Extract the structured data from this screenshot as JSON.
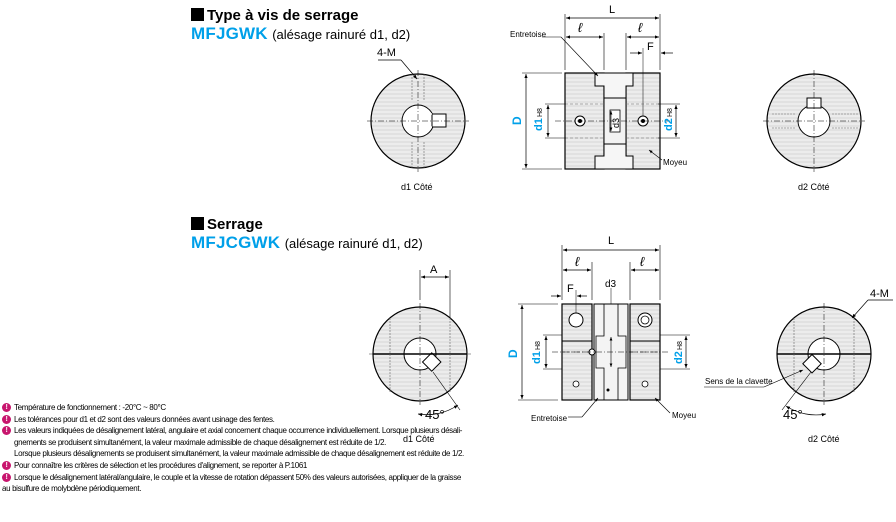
{
  "sections": [
    {
      "title": "Type à vis de serrage",
      "model": "MFJGWK",
      "model_sub": "(alésage rainuré d1, d2)"
    },
    {
      "title": "Serrage",
      "model": "MFJCGWK",
      "model_sub": "(alésage rainuré d1, d2)"
    }
  ],
  "top_labels": {
    "four_m": "4-M",
    "d1_side": "d1 Côté",
    "d2_side": "d2 Côté",
    "entretoise": "Entretoise",
    "moyeu": "Moyeu",
    "L": "L",
    "l_left": "ℓ",
    "l_right": "ℓ",
    "F": "F",
    "D": "D",
    "d1": "d1",
    "d1_tol": "H8",
    "d2": "d2",
    "d2_tol": "H8",
    "d3": "d3"
  },
  "bottom_labels": {
    "A": "A",
    "angle_left": "45°",
    "angle_right": "45°",
    "d1_side": "d1 Côté",
    "d2_side": "d2 Côté",
    "entretoise": "Entretoise",
    "moyeu": "Moyeu",
    "sens_clavette": "Sens de la clavette",
    "four_m": "4-M",
    "L": "L",
    "l_left": "ℓ",
    "l_right": "ℓ",
    "F": "F",
    "d3": "d3",
    "D": "D",
    "d1": "d1",
    "d1_tol": "H8",
    "d2": "d2",
    "d2_tol": "H8"
  },
  "notes": [
    {
      "icon": "warning-icon",
      "lines": [
        "Température de fonctionnement : -20°C ~ 80°C"
      ]
    },
    {
      "icon": "warning-icon",
      "lines": [
        "Les tolérances pour d1 et d2 sont des valeurs données avant usinage des fentes."
      ]
    },
    {
      "icon": "warning-icon",
      "lines": [
        "Les valeurs indiquées de désalignement latéral, angulaire et axial concernent chaque occurrence individuellement. Lorsque plusieurs désali-",
        "gnements se produisent simultanément, la valeur maximale admissible de chaque désalignement est réduite de 1/2.",
        "Lorsque plusieurs désalignements se produisent simultanément, la valeur maximale admissible de chaque désalignement est réduite de 1/2."
      ]
    },
    {
      "icon": "warning-icon",
      "lines": [
        "Pour connaître les critères de sélection et les procédures d'alignement, se reporter à P.1061"
      ]
    },
    {
      "icon": "warning-icon",
      "lines": [
        "Lorsque le désalignement latéral/angulaire, le couple et la vitesse de rotation dépassent 50% des valeurs autorisées, appliquer de la graisse",
        "au bisulfure de molybdène périodiquement."
      ]
    }
  ],
  "colors": {
    "accent": "#00a0e9",
    "warning": "#c8166e",
    "line": "#000000",
    "hatch": "#999999"
  }
}
